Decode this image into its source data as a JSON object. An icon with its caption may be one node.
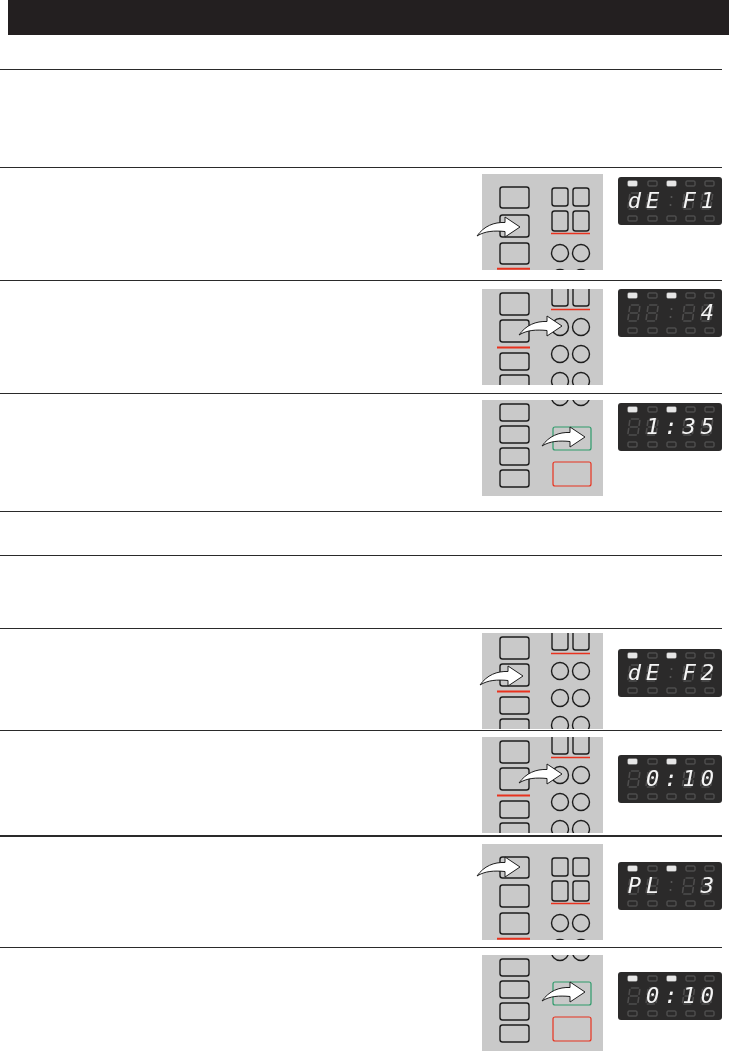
{
  "diagram": {
    "labels": [
      "dE F1",
      "4",
      "1:35",
      "dE F2",
      "0:10",
      "PL  3",
      "0:10"
    ]
  }
}
